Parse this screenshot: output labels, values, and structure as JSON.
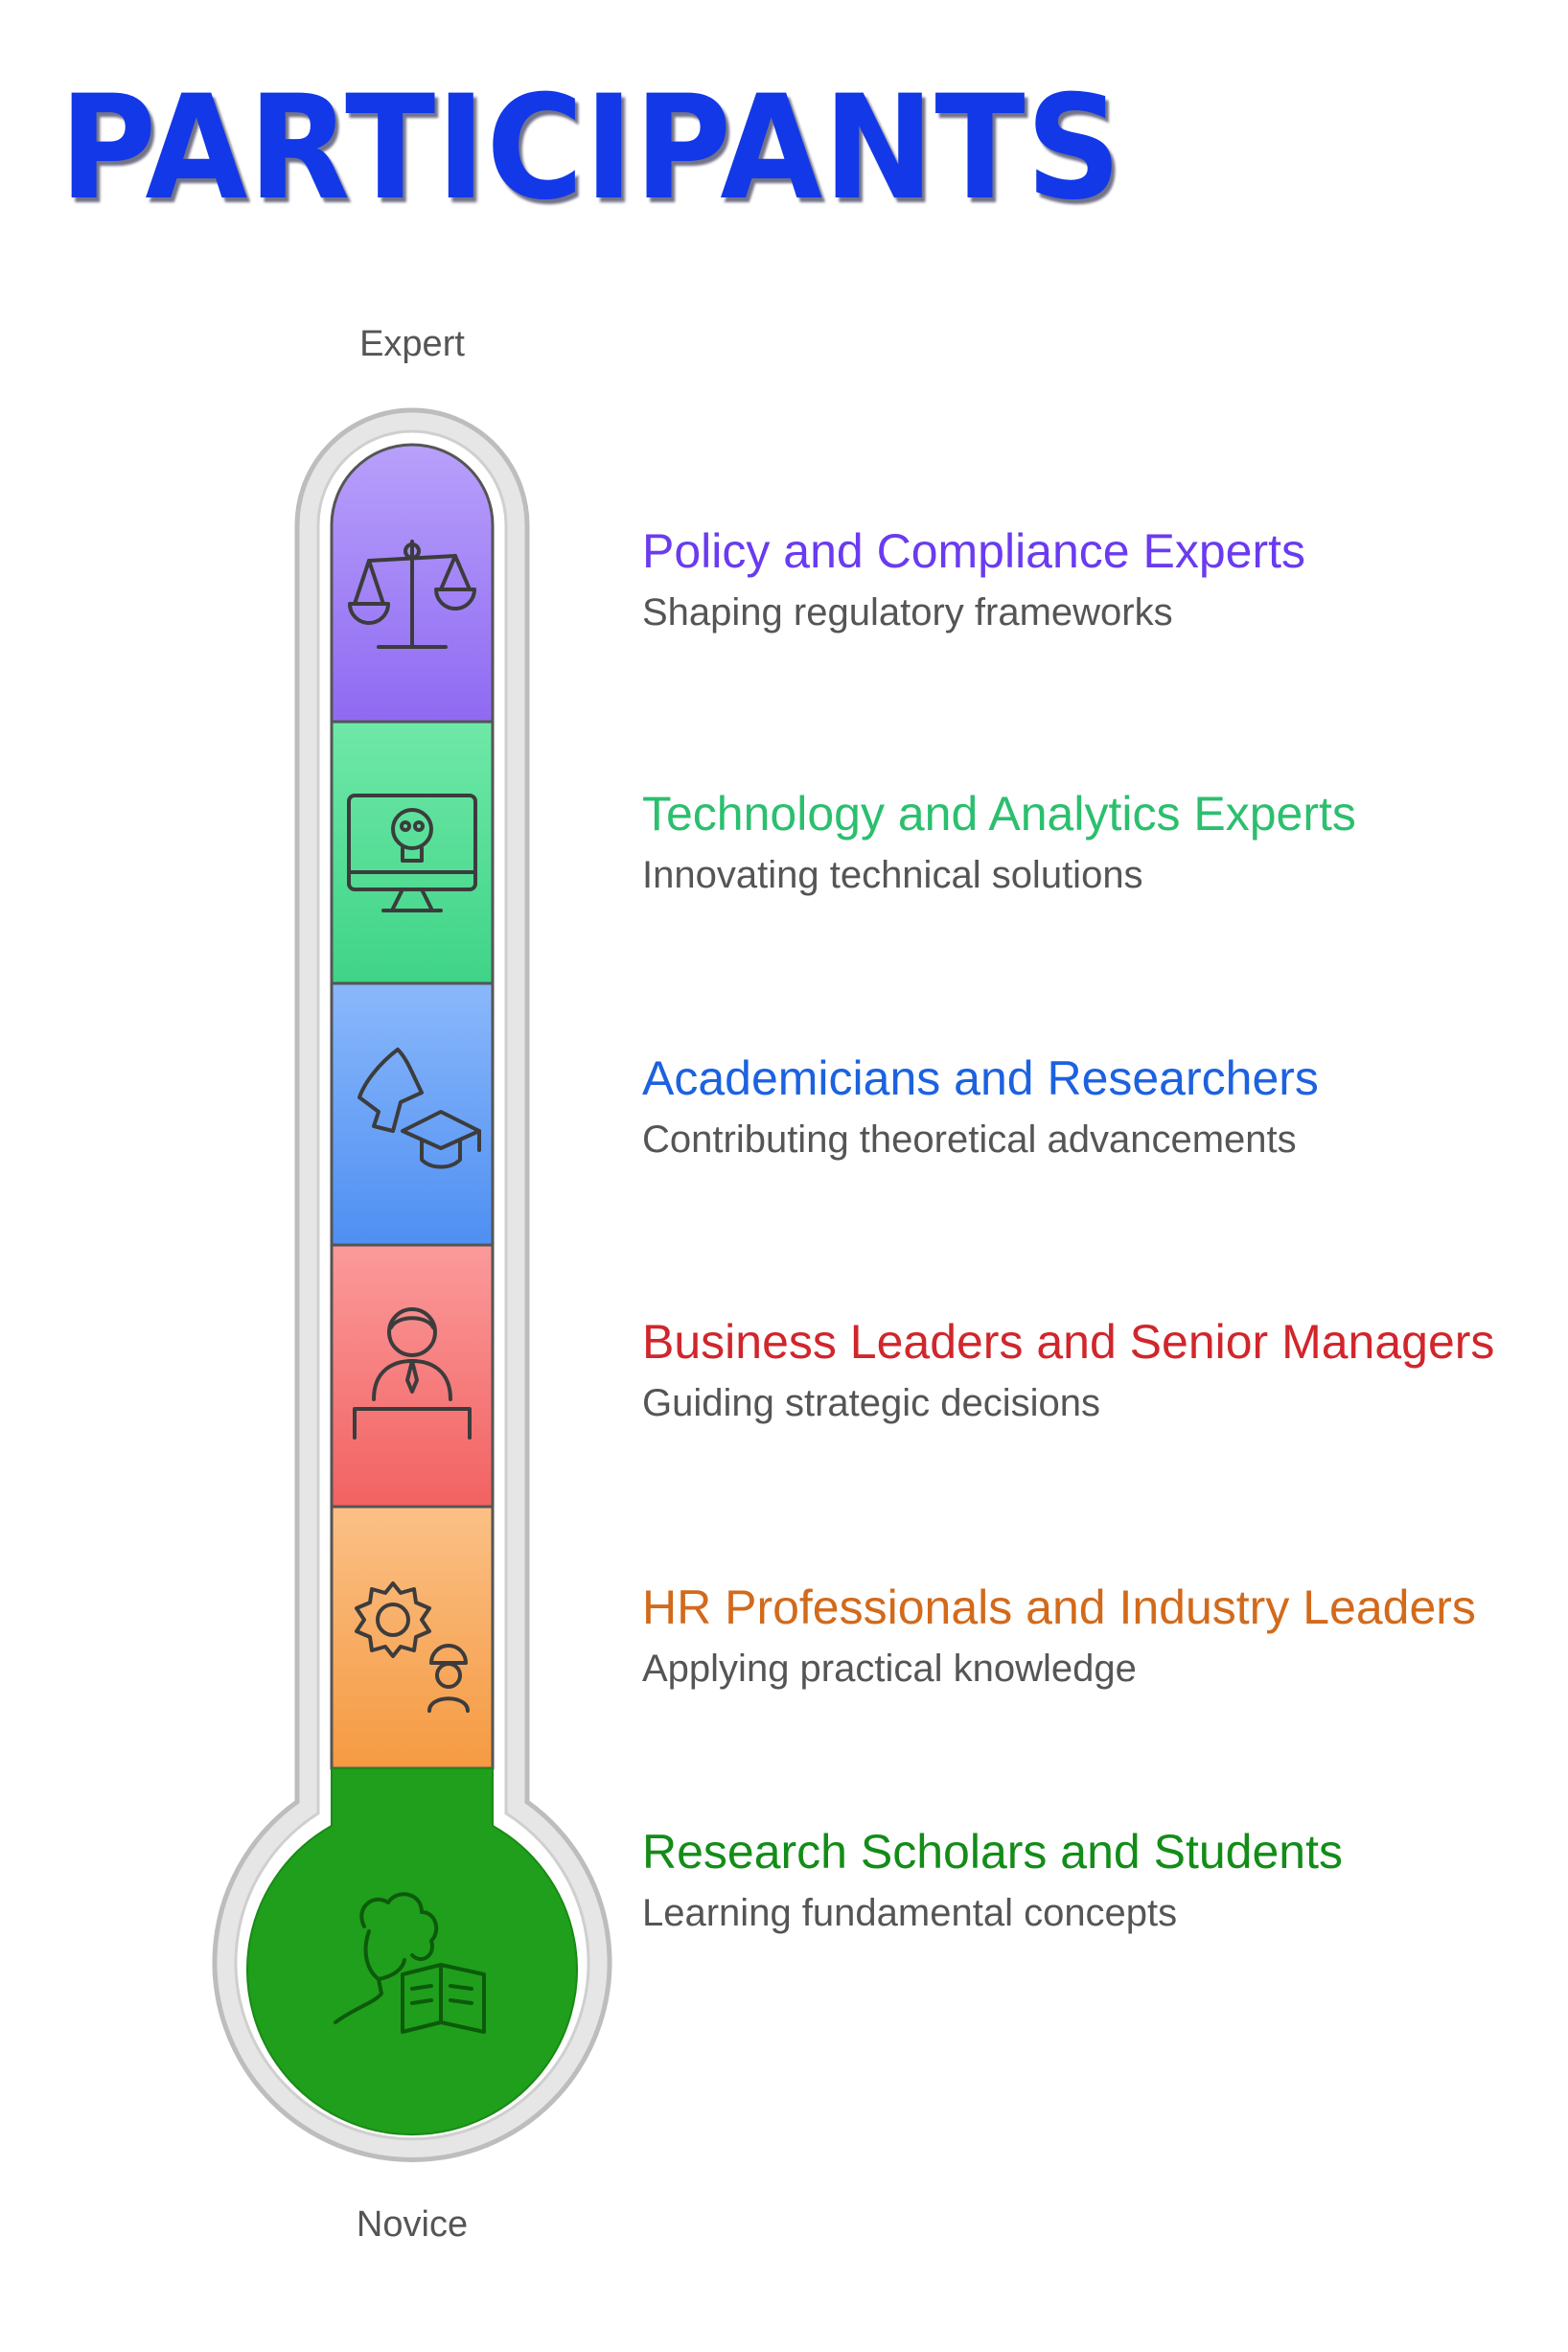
{
  "title": "PARTICIPANTS",
  "scale": {
    "top": "Expert",
    "bottom": "Novice"
  },
  "levels": [
    {
      "title": "Policy and  Compliance Experts",
      "subtitle": "Shaping regulatory frameworks",
      "color": "#6a3bf0",
      "fill": "#9d7bf6",
      "icon": "scales-icon"
    },
    {
      "title": "Technology and Analytics Experts",
      "subtitle": "Innovating technical solutions",
      "color": "#2bbf6e",
      "fill": "#5ee39c",
      "icon": "monitor-icon"
    },
    {
      "title": "Academicians and Researchers",
      "subtitle": "Contributing theoretical advancements",
      "color": "#1c62e0",
      "fill": "#5b97f5",
      "icon": "academic-icon"
    },
    {
      "title": "Business Leaders and Senior Managers",
      "subtitle": "Guiding strategic decisions",
      "color": "#d0262c",
      "fill": "#f57a7a",
      "icon": "manager-icon"
    },
    {
      "title": "HR Professionals and Industry Leaders",
      "subtitle": "Applying practical knowledge",
      "color": "#d26a1c",
      "fill": "#f8a85a",
      "icon": "gear-worker-icon"
    },
    {
      "title": "Research Scholars and Students",
      "subtitle": "Learning fundamental concepts",
      "color": "#138c18",
      "fill": "#1f9f1b",
      "icon": "student-reading-icon"
    }
  ]
}
